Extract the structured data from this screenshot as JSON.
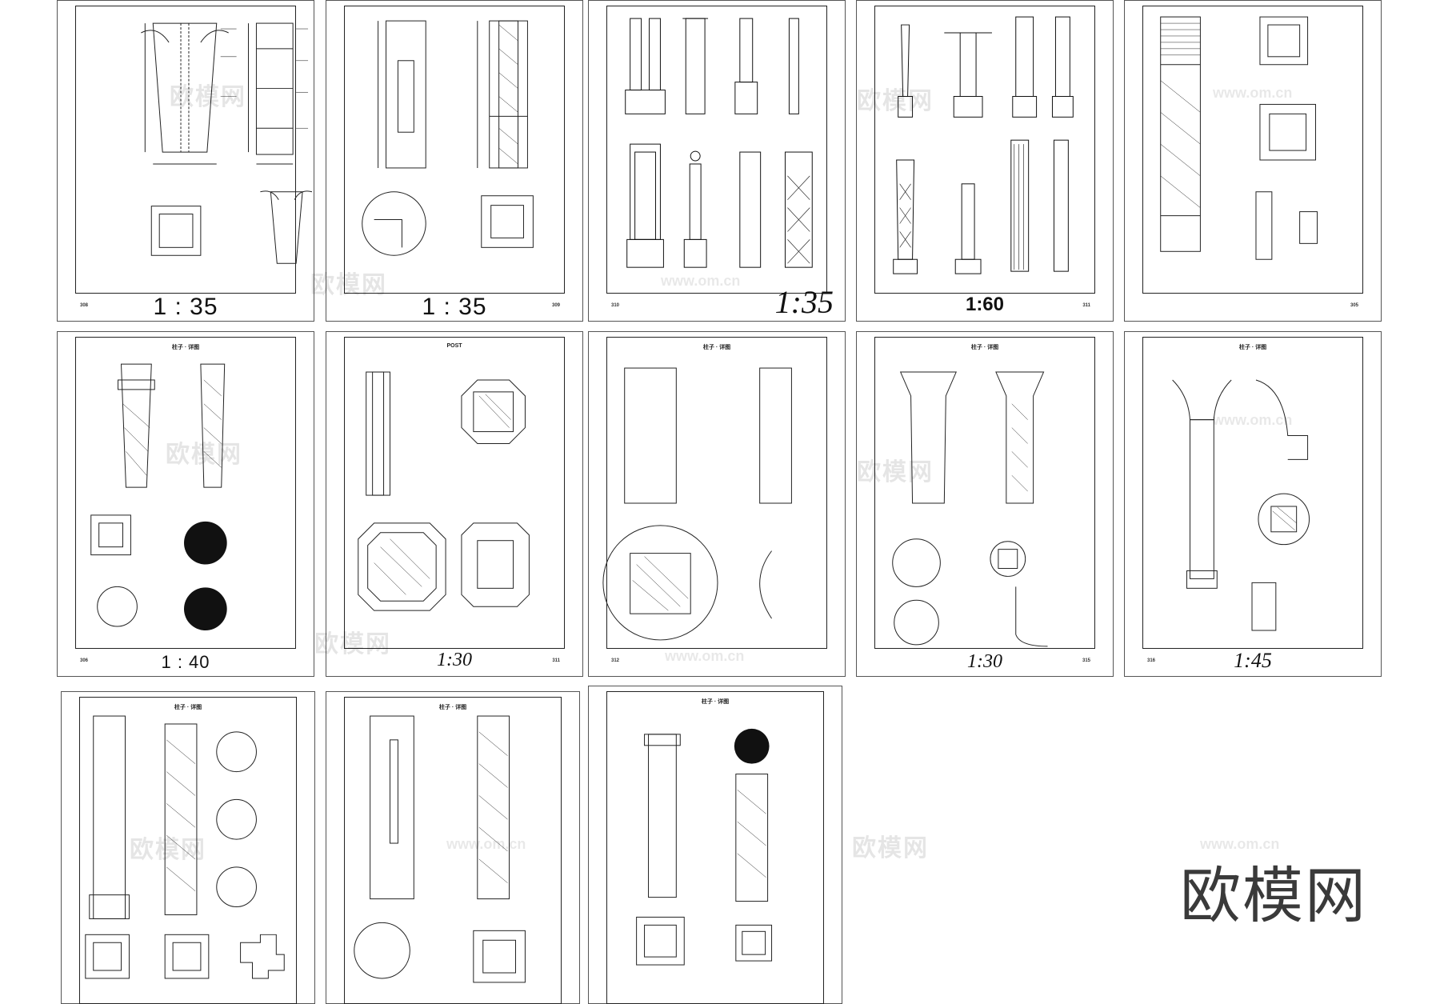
{
  "sheets": [
    {
      "page": "308",
      "title": "",
      "scale": "1 : 35",
      "scale_style": "sans"
    },
    {
      "page": "309",
      "title": "",
      "scale": "1 : 35",
      "scale_style": "sans"
    },
    {
      "page": "310",
      "title": "",
      "scale": "1:35",
      "scale_style": "serif-big"
    },
    {
      "page": "311",
      "title": "",
      "scale": "1:60",
      "scale_style": "bold"
    },
    {
      "page": "305",
      "title": "",
      "scale": "",
      "scale_style": "none"
    },
    {
      "page": "306",
      "title": "柱子 · 详图",
      "scale": "1 : 40",
      "scale_style": "sans"
    },
    {
      "page": "311",
      "title": "POST",
      "scale": "1:30",
      "scale_style": "serif"
    },
    {
      "page": "312",
      "title": "柱子 · 详图",
      "scale": "",
      "scale_style": "none"
    },
    {
      "page": "315",
      "title": "柱子 · 详图",
      "scale": "1:30",
      "scale_style": "serif"
    },
    {
      "page": "316",
      "title": "柱子 · 详图",
      "scale": "1:45",
      "scale_style": "serif"
    },
    {
      "page": "",
      "title": "柱子 · 详图",
      "scale": "",
      "scale_style": "none"
    },
    {
      "page": "",
      "title": "柱子 · 详图",
      "scale": "",
      "scale_style": "none"
    },
    {
      "page": "",
      "title": "柱子 · 详图",
      "scale": "",
      "scale_style": "none"
    }
  ],
  "watermark": {
    "text": "欧模网",
    "url": "www.om.cn"
  },
  "logo": {
    "text": "欧模网"
  }
}
